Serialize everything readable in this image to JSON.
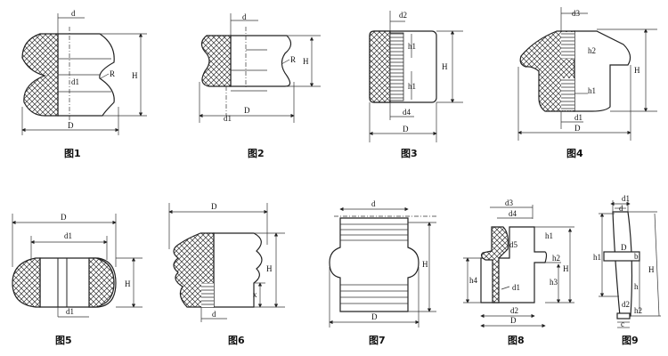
{
  "figures": [
    {
      "caption": "图1",
      "labels": {
        "d": "d",
        "d1": "d1",
        "R": "R",
        "H": "H",
        "D": "D"
      }
    },
    {
      "caption": "图2",
      "labels": {
        "d": "d",
        "d1": "d1",
        "R": "R",
        "H": "H",
        "D": "D"
      }
    },
    {
      "caption": "图3",
      "labels": {
        "d2": "d2",
        "h1top": "h1",
        "h1": "h1",
        "H": "H",
        "d4": "d4",
        "D": "D"
      }
    },
    {
      "caption": "图4",
      "labels": {
        "d3": "d3",
        "h2": "h2",
        "h1": "h1",
        "H": "H",
        "d1": "d1",
        "D": "D"
      }
    },
    {
      "caption": "图5",
      "labels": {
        "D": "D",
        "d1top": "d1",
        "H": "H",
        "d1": "d1"
      }
    },
    {
      "caption": "图6",
      "labels": {
        "D": "D",
        "H": "H",
        "x": "x",
        "d": "d"
      }
    },
    {
      "caption": "图7",
      "labels": {
        "d": "d",
        "H": "H",
        "D": "D"
      }
    },
    {
      "caption": "图8",
      "labels": {
        "d3": "d3",
        "d4": "d4",
        "h1": "h1",
        "d5": "d5",
        "h2": "h2",
        "H": "H",
        "h3": "h3",
        "h4": "h4",
        "d1": "d1",
        "d2": "d2",
        "D": "D"
      }
    },
    {
      "caption": "图9",
      "labels": {
        "d1": "d1",
        "d": "d",
        "h1": "h1",
        "D": "D",
        "b": "b",
        "H": "H",
        "h": "h",
        "d2": "d2",
        "h2": "h2",
        "c": "c"
      }
    }
  ]
}
